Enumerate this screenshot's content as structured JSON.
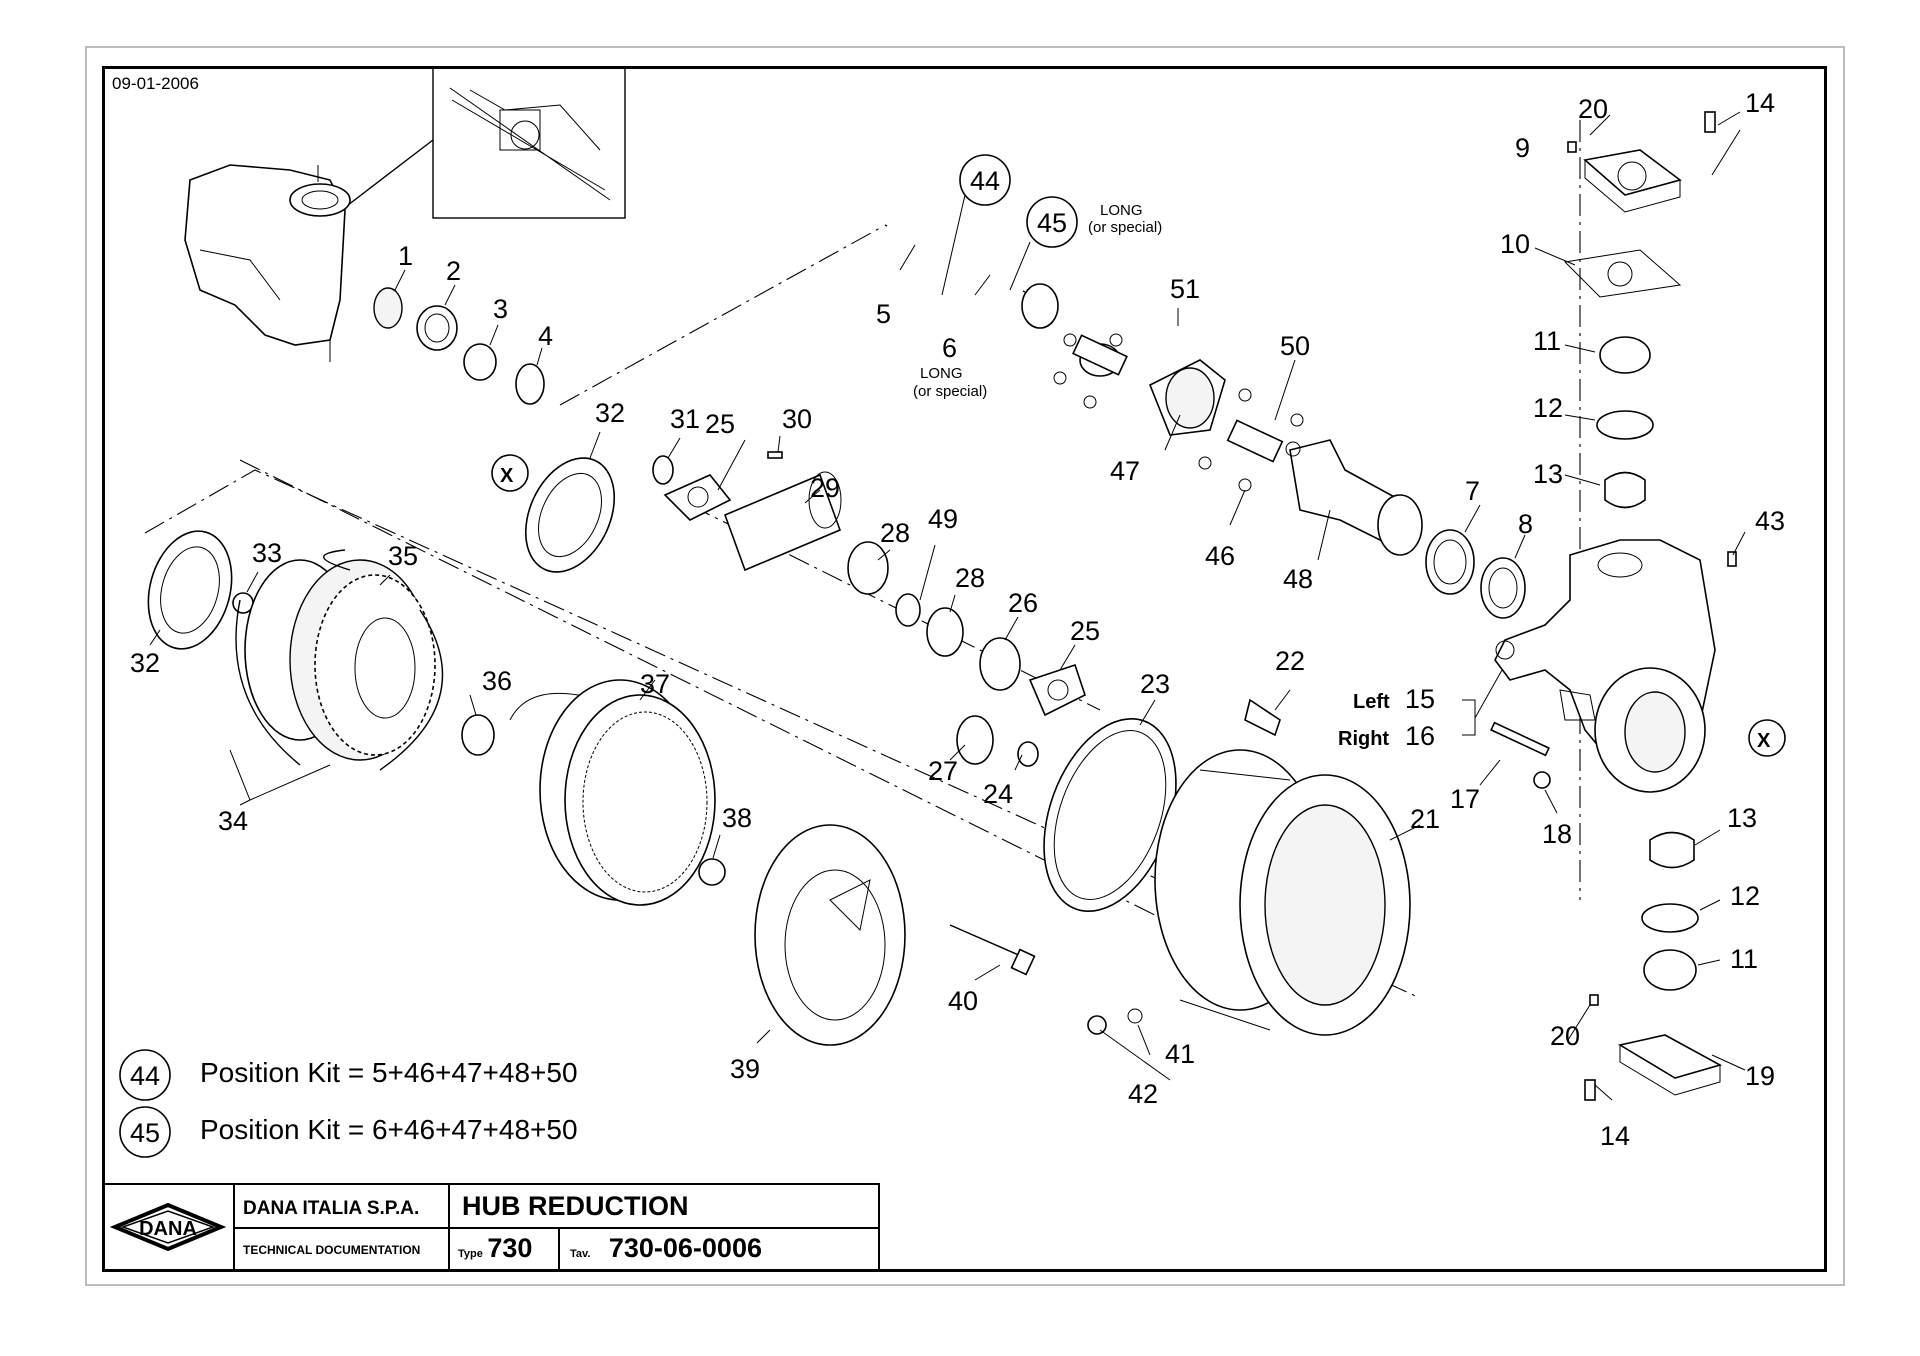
{
  "date": "09-01-2006",
  "labels": {
    "l1": "1",
    "l2": "2",
    "l3": "3",
    "l4": "4",
    "l5": "5",
    "l6": "6",
    "l6_note1": "LONG",
    "l6_note2": "(or special)",
    "l7": "7",
    "l8": "8",
    "l9": "9",
    "l10": "10",
    "l11a": "11",
    "l11b": "11",
    "l12a": "12",
    "l12b": "12",
    "l13a": "13",
    "l13b": "13",
    "l14a": "14",
    "l14b": "14",
    "l15": "15",
    "l15_side": "Left",
    "l16": "16",
    "l16_side": "Right",
    "l17": "17",
    "l18": "18",
    "l19": "19",
    "l20a": "20",
    "l20b": "20",
    "l21": "21",
    "l22": "22",
    "l23": "23",
    "l24": "24",
    "l25a": "25",
    "l25b": "25",
    "l26": "26",
    "l27": "27",
    "l28a": "28",
    "l28b": "28",
    "l29": "29",
    "l30": "30",
    "l31": "31",
    "l32a": "32",
    "l32b": "32",
    "l33": "33",
    "l34": "34",
    "l35": "35",
    "l36": "36",
    "l37": "37",
    "l38": "38",
    "l39": "39",
    "l40": "40",
    "l41": "41",
    "l42": "42",
    "l43": "43",
    "l44": "44",
    "l45": "45",
    "l45_note1": "LONG",
    "l45_note2": "(or special)",
    "l46": "46",
    "l47": "47",
    "l48": "48",
    "l49": "49",
    "l50": "50",
    "l51": "51",
    "x1": "X",
    "x2": "X"
  },
  "kits": [
    {
      "id": "44",
      "text": "Position Kit = 5+46+47+48+50"
    },
    {
      "id": "45",
      "text": "Position Kit = 6+46+47+48+50"
    }
  ],
  "title_block": {
    "logo": "DANA",
    "company": "DANA ITALIA S.P.A.",
    "documentation": "TECHNICAL DOCUMENTATION",
    "title": "HUB REDUCTION",
    "type_label": "Type",
    "type_value": "730",
    "tav_label": "Tav.",
    "tav_value": "730-06-0006"
  }
}
